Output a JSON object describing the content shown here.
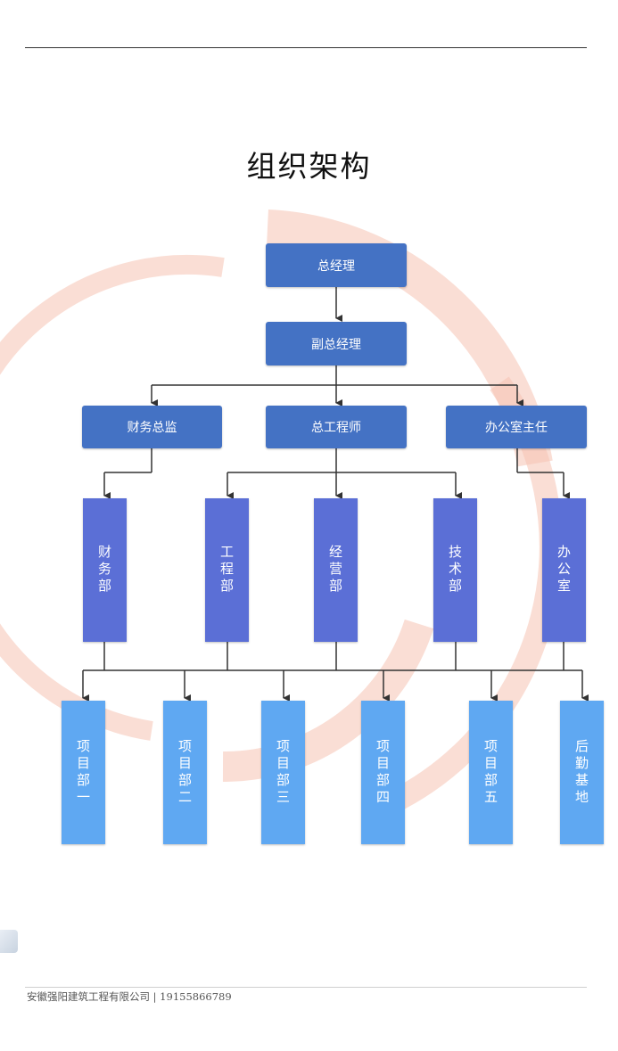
{
  "page": {
    "title": "组织架构",
    "footer": "安徽强阳建筑工程有限公司 | 19155866789"
  },
  "colors": {
    "level1": "#4472c4",
    "level2": "#5b6fd6",
    "level3": "#5fa8f2",
    "connector": "#333333",
    "watermark": "#f3b9a8"
  },
  "org": {
    "general_manager": "总经理",
    "deputy_manager": "副总经理",
    "directors": [
      "财务总监",
      "总工程师",
      "办公室主任"
    ],
    "departments": [
      "财务部",
      "工程部",
      "经营部",
      "技术部",
      "办公室"
    ],
    "units": [
      "项目部一",
      "项目部二",
      "项目部三",
      "项目部四",
      "项目部五",
      "后勤基地"
    ]
  }
}
